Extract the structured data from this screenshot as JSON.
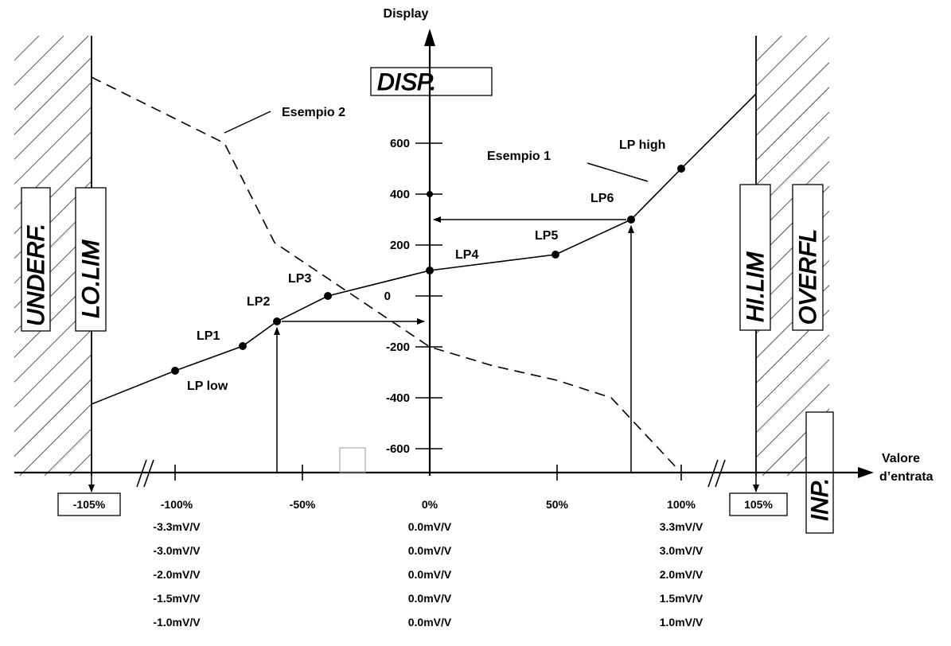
{
  "diagram": {
    "axis_y_label": "Display",
    "axis_x_label_line1": "Valore",
    "axis_x_label_line2": "d’entrata",
    "lcd_disp": "DISP.",
    "lcd_underfl": "UNDERF.",
    "lcd_lolim": "LO.LIM",
    "lcd_hilim": "HI.LIM",
    "lcd_overfl": "OVERFL",
    "lcd_inp": "INP.",
    "example1": "Esempio 1",
    "example2": "Esempio 2",
    "y_ticks": [
      "600",
      "400",
      "200",
      "0",
      "-200",
      "-400",
      "-600"
    ],
    "point_labels": [
      "LP low",
      "LP1",
      "LP2",
      "LP3",
      "LP4",
      "LP5",
      "LP6",
      "LP high"
    ],
    "box_left": "-105%",
    "box_right": "105%",
    "x_percent": [
      "-100%",
      "-50%",
      "0%",
      "50%",
      "100%"
    ],
    "mvv_rows": [
      [
        "-3.3mV/V",
        "0.0mV/V",
        "3.3mV/V"
      ],
      [
        "-3.0mV/V",
        "0.0mV/V",
        "3.0mV/V"
      ],
      [
        "-2.0mV/V",
        "0.0mV/V",
        "2.0mV/V"
      ],
      [
        "-1.5mV/V",
        "0.0mV/V",
        "1.5mV/V"
      ],
      [
        "-1.0mV/V",
        "0.0mV/V",
        "1.0mV/V"
      ]
    ]
  }
}
